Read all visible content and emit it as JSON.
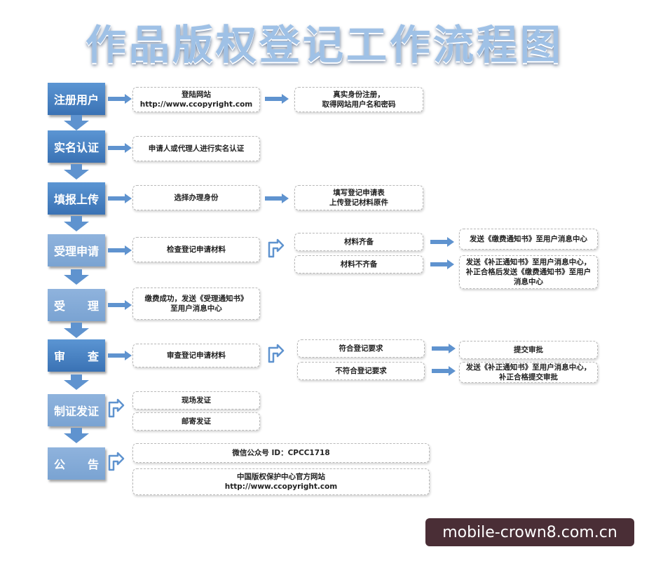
{
  "title": "作品版权登记工作流程图",
  "steps": [
    {
      "label": "注册用户"
    },
    {
      "label": "实名认证"
    },
    {
      "label": "填报上传"
    },
    {
      "label": "受理申请"
    },
    {
      "label": "受　　理"
    },
    {
      "label": "审　　查"
    },
    {
      "label": "制证发证"
    },
    {
      "label": "公　　告"
    }
  ],
  "boxes": {
    "register_site": "登陆网站\nhttp://www.ccopyright.com",
    "register_result": "真实身份注册，\n取得网站用户名和密码",
    "realname": "申请人或代理人进行实名认证",
    "fill_identity": "选择办理身份",
    "fill_upload": "填写登记申请表\n上传登记材料原件",
    "accept_check": "检查登记申请材料",
    "accept_complete": "材料齐备",
    "accept_incomplete": "材料不齐备",
    "accept_fee_notice": "发送《缴费通知书》至用户消息中心",
    "accept_correction": "发送《补正通知书》至用户消息中心，\n补正合格后发送《缴费通知书》至用户\n消息中心",
    "accepted_notice": "缴费成功，发送《受理通知书》\n至用户消息中心",
    "review_check": "审查登记申请材料",
    "review_ok": "符合登记要求",
    "review_not_ok": "不符合登记要求",
    "review_submit": "提交审批",
    "review_correction": "发送《补正通知书》至用户消息中心，\n补正合格提交审批",
    "issue_onsite": "现场发证",
    "issue_mail": "邮寄发证",
    "announce_wechat": "微信公众号 ID：CPCC1718",
    "announce_site": "中国版权保护中心官方网站\nhttp://www.ccopyright.com"
  },
  "watermark": "mobile-crown8.com.cn",
  "colors": {
    "step_blue": "#4a84c6",
    "step_light": "#85abd8",
    "arrow": "#5f93cf",
    "title": "#9fc1e6"
  }
}
